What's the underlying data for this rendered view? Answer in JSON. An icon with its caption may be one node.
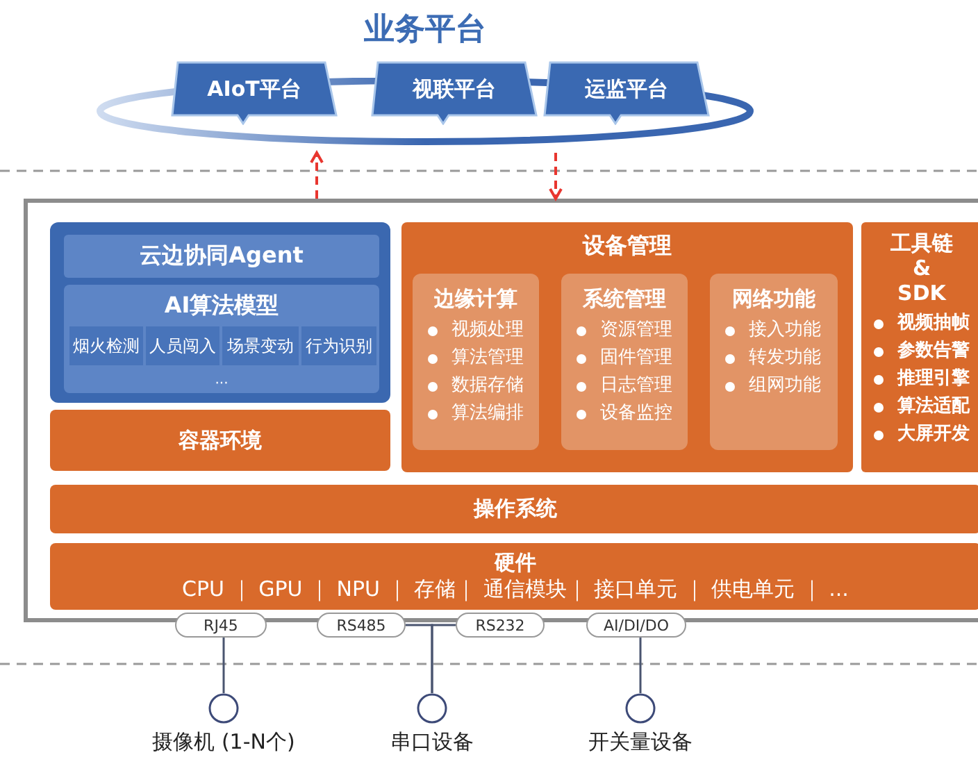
{
  "diagram": {
    "nodes": [
      {
        "text": [
          "业务平台"
        ]
      },
      {
        "text": [
          "AIoT平台"
        ]
      },
      {
        "text": [
          "视联平台"
        ]
      },
      {
        "text": [
          "运监平台"
        ]
      },
      {
        "text": [],
        "shape": "box"
      },
      {
        "text": [],
        "shape": "box",
        "in": 4
      },
      {
        "text": [
          "云边协同Agent"
        ],
        "in": 5
      },
      {
        "text": [
          "AI算法模型",
          "···"
        ],
        "in": 5
      },
      {
        "text": [
          "烟火检测"
        ],
        "in": 7
      },
      {
        "text": [
          "人员闯入"
        ],
        "in": 7
      },
      {
        "text": [
          "场景变动"
        ],
        "in": 7
      },
      {
        "text": [
          "行为识别"
        ],
        "in": 7
      },
      {
        "text": [
          "容器环境"
        ],
        "in": 4
      },
      {
        "text": [
          "设备管理"
        ],
        "in": 4
      },
      {
        "text": [
          "边缘计算",
          "视频处理",
          "算法管理",
          "数据存储",
          "算法编排"
        ],
        "in": 13
      },
      {
        "text": [
          "系统管理",
          "资源管理",
          "固件管理",
          "日志管理",
          "设备监控"
        ],
        "in": 13
      },
      {
        "text": [
          "网络功能",
          "接入功能",
          "转发功能",
          "组网功能"
        ],
        "in": 13
      },
      {
        "text": [
          "工具链 & SDK",
          "视频抽帧",
          "参数告警",
          "推理引擎",
          "算法适配",
          "大屏开发"
        ],
        "in": 4
      },
      {
        "text": [
          "操作系统"
        ],
        "in": 4
      },
      {
        "text": [
          "硬件",
          "CPU ｜ GPU ｜ NPU ｜ 存储｜ 通信模块｜ 接口单元 ｜ 供电单元 ｜ ..."
        ],
        "in": 4
      },
      {
        "text": [
          "RJ45"
        ]
      },
      {
        "text": [
          "RS485"
        ]
      },
      {
        "text": [
          "RS232"
        ]
      },
      {
        "text": [
          "AI/DI/DO"
        ]
      },
      {
        "text": [],
        "shape": "circle",
        "beside": [
          "摄像机 (1-N个)"
        ]
      },
      {
        "text": [],
        "shape": "circle",
        "beside": [
          "串口设备"
        ]
      },
      {
        "text": [],
        "shape": "circle",
        "beside": [
          "开关量设备"
        ]
      }
    ],
    "edges": [
      {
        "from": 4,
        "to": 0,
        "arrow": "to",
        "style": "dashed",
        "color": "#e8362f"
      },
      {
        "from": 0,
        "to": 4,
        "arrow": "to",
        "style": "dashed",
        "color": "#e8362f"
      },
      {
        "from": 20,
        "to": 24,
        "arrow": "none"
      },
      {
        "from": 21,
        "to": 25,
        "arrow": "none"
      },
      {
        "from": 22,
        "to": 25,
        "arrow": "none"
      },
      {
        "from": 23,
        "to": 26,
        "arrow": "none"
      }
    ]
  }
}
